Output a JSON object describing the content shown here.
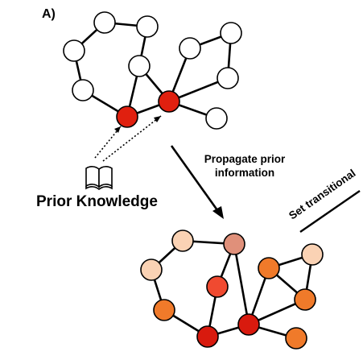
{
  "panel_label": "A)",
  "prior_knowledge_label": "Prior Knowledge",
  "propagate_caption": [
    "Propagate prior",
    "information"
  ],
  "transition_caption": "Set transitional",
  "colors": {
    "white": "#ffffff",
    "red": "#e0200f",
    "deep_red": "#d81a0e",
    "light_peach": "#fad2b4",
    "dusty_rose": "#e0907a",
    "orange": "#f07a2a",
    "orange_red": "#f04a30",
    "stroke": "#000000"
  },
  "top_graph": {
    "nodes": [
      {
        "id": "t1",
        "fill": "white"
      },
      {
        "id": "t2",
        "fill": "white"
      },
      {
        "id": "t3",
        "fill": "white"
      },
      {
        "id": "t4",
        "fill": "white"
      },
      {
        "id": "t5",
        "fill": "white"
      },
      {
        "id": "t6",
        "fill": "white"
      },
      {
        "id": "t7",
        "fill": "red"
      },
      {
        "id": "t8",
        "fill": "red"
      },
      {
        "id": "t9",
        "fill": "white"
      },
      {
        "id": "t10",
        "fill": "white"
      },
      {
        "id": "t11",
        "fill": "white"
      },
      {
        "id": "t12",
        "fill": "white"
      }
    ],
    "edges": [
      [
        "t1",
        "t2"
      ],
      [
        "t2",
        "t3"
      ],
      [
        "t1",
        "t4"
      ],
      [
        "t3",
        "t5"
      ],
      [
        "t4",
        "t6"
      ],
      [
        "t6",
        "t7"
      ],
      [
        "t5",
        "t8"
      ],
      [
        "t7",
        "t8"
      ],
      [
        "t5",
        "t7"
      ],
      [
        "t8",
        "t9"
      ],
      [
        "t8",
        "t10"
      ],
      [
        "t8",
        "t11"
      ],
      [
        "t8",
        "t12"
      ],
      [
        "t10",
        "t11"
      ],
      [
        "t11",
        "t12"
      ]
    ]
  },
  "bottom_graph": {
    "nodes": [
      {
        "id": "b1",
        "fill": "light_peach"
      },
      {
        "id": "b2",
        "fill": "dusty_rose"
      },
      {
        "id": "b3",
        "fill": "light_peach"
      },
      {
        "id": "b4",
        "fill": "orange_red"
      },
      {
        "id": "b5",
        "fill": "orange"
      },
      {
        "id": "b6",
        "fill": "deep_red"
      },
      {
        "id": "b7",
        "fill": "deep_red"
      },
      {
        "id": "b8",
        "fill": "orange"
      },
      {
        "id": "b9",
        "fill": "orange"
      },
      {
        "id": "b10",
        "fill": "orange"
      },
      {
        "id": "b11",
        "fill": "light_peach"
      }
    ],
    "edges": [
      [
        "b1",
        "b2"
      ],
      [
        "b1",
        "b3"
      ],
      [
        "b3",
        "b5"
      ],
      [
        "b5",
        "b6"
      ],
      [
        "b2",
        "b4"
      ],
      [
        "b4",
        "b6"
      ],
      [
        "b6",
        "b7"
      ],
      [
        "b7",
        "b9"
      ],
      [
        "b7",
        "b10"
      ],
      [
        "b7",
        "b8"
      ],
      [
        "b8",
        "b11"
      ],
      [
        "b8",
        "b10"
      ],
      [
        "b11",
        "b10"
      ],
      [
        "b2",
        "b7"
      ]
    ]
  }
}
